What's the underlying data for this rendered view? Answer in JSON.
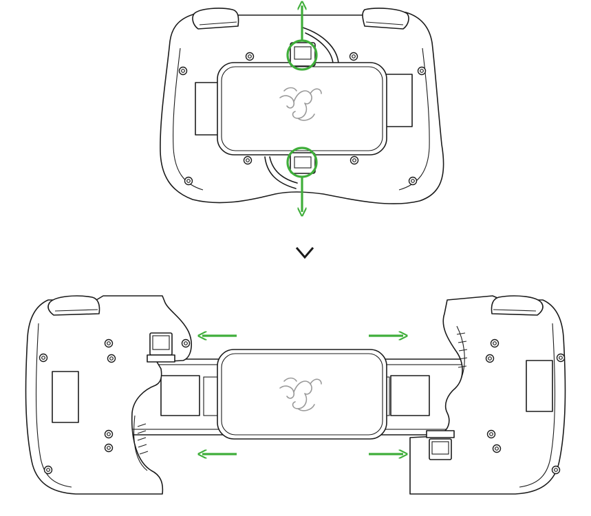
{
  "colors": {
    "accent": "#3fae3a",
    "outline": "#1a1a1a",
    "logo": "#9a9a9a",
    "background": "#ffffff"
  },
  "icons": {
    "pull_arrow": "arrow-icon",
    "step_indicator": "chevron-down-icon",
    "brand_logo": "razer-logo-icon"
  },
  "steps": [
    {
      "state": "collapsed",
      "arrows": [
        "up",
        "down"
      ]
    },
    {
      "state": "extended",
      "arrows": [
        "left",
        "right",
        "left",
        "right"
      ]
    }
  ]
}
